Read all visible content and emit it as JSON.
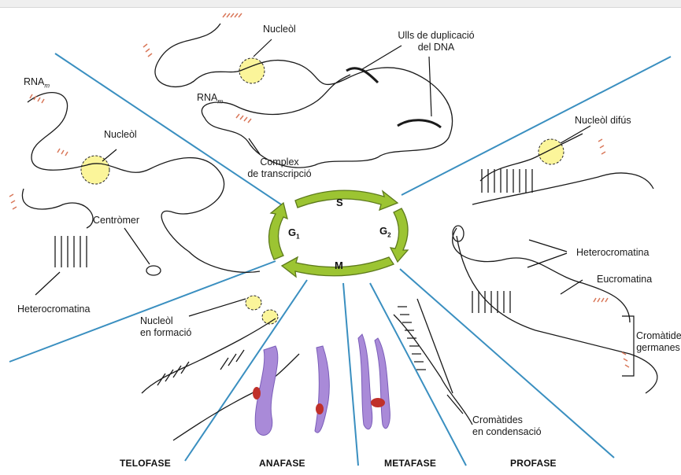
{
  "labels": {
    "rna_left": "RNA",
    "rna_left_sub": "m",
    "rna_top": "RNA",
    "rna_top_sub": "m",
    "nucleol_top": "Nucleòl",
    "ulls_line1": "Ulls de duplicació",
    "ulls_line2": "del DNA",
    "nucleol_left": "Nucleòl",
    "complex_line1": "Complex",
    "complex_line2": "de transcripció",
    "nucleol_difus": "Nucleòl difús",
    "centromer": "Centròmer",
    "heterocromatina_left": "Heterocromatina",
    "heterocromatina_right": "Heterocromatina",
    "eucromatina": "Eucromatina",
    "cromatides_germanes_1": "Cromàtides",
    "cromatides_germanes_2": "germanes",
    "nucleol_formacio_1": "Nucleòl",
    "nucleol_formacio_2": "en formació",
    "cromatides_condensacio_1": "Cromàtides",
    "cromatides_condensacio_2": "en condensació"
  },
  "cycle": {
    "s": "S",
    "m": "M",
    "g1": "G",
    "g1_sub": "1",
    "g2": "G",
    "g2_sub": "2"
  },
  "phases": {
    "telofase": "TELOFASE",
    "anafase": "ANAFASE",
    "metafase": "METAFASE",
    "profase": "PROFASE"
  },
  "colors": {
    "divider_lines": "#3a8fc0",
    "cycle_arrows": "#9cc432",
    "cycle_arrow_outline": "#5d7a1c",
    "nucleolus_fill": "#fbf59a",
    "rna_strands": "#d9785a",
    "chromosomes": "#a98ad8",
    "centromere": "#c0302a"
  }
}
